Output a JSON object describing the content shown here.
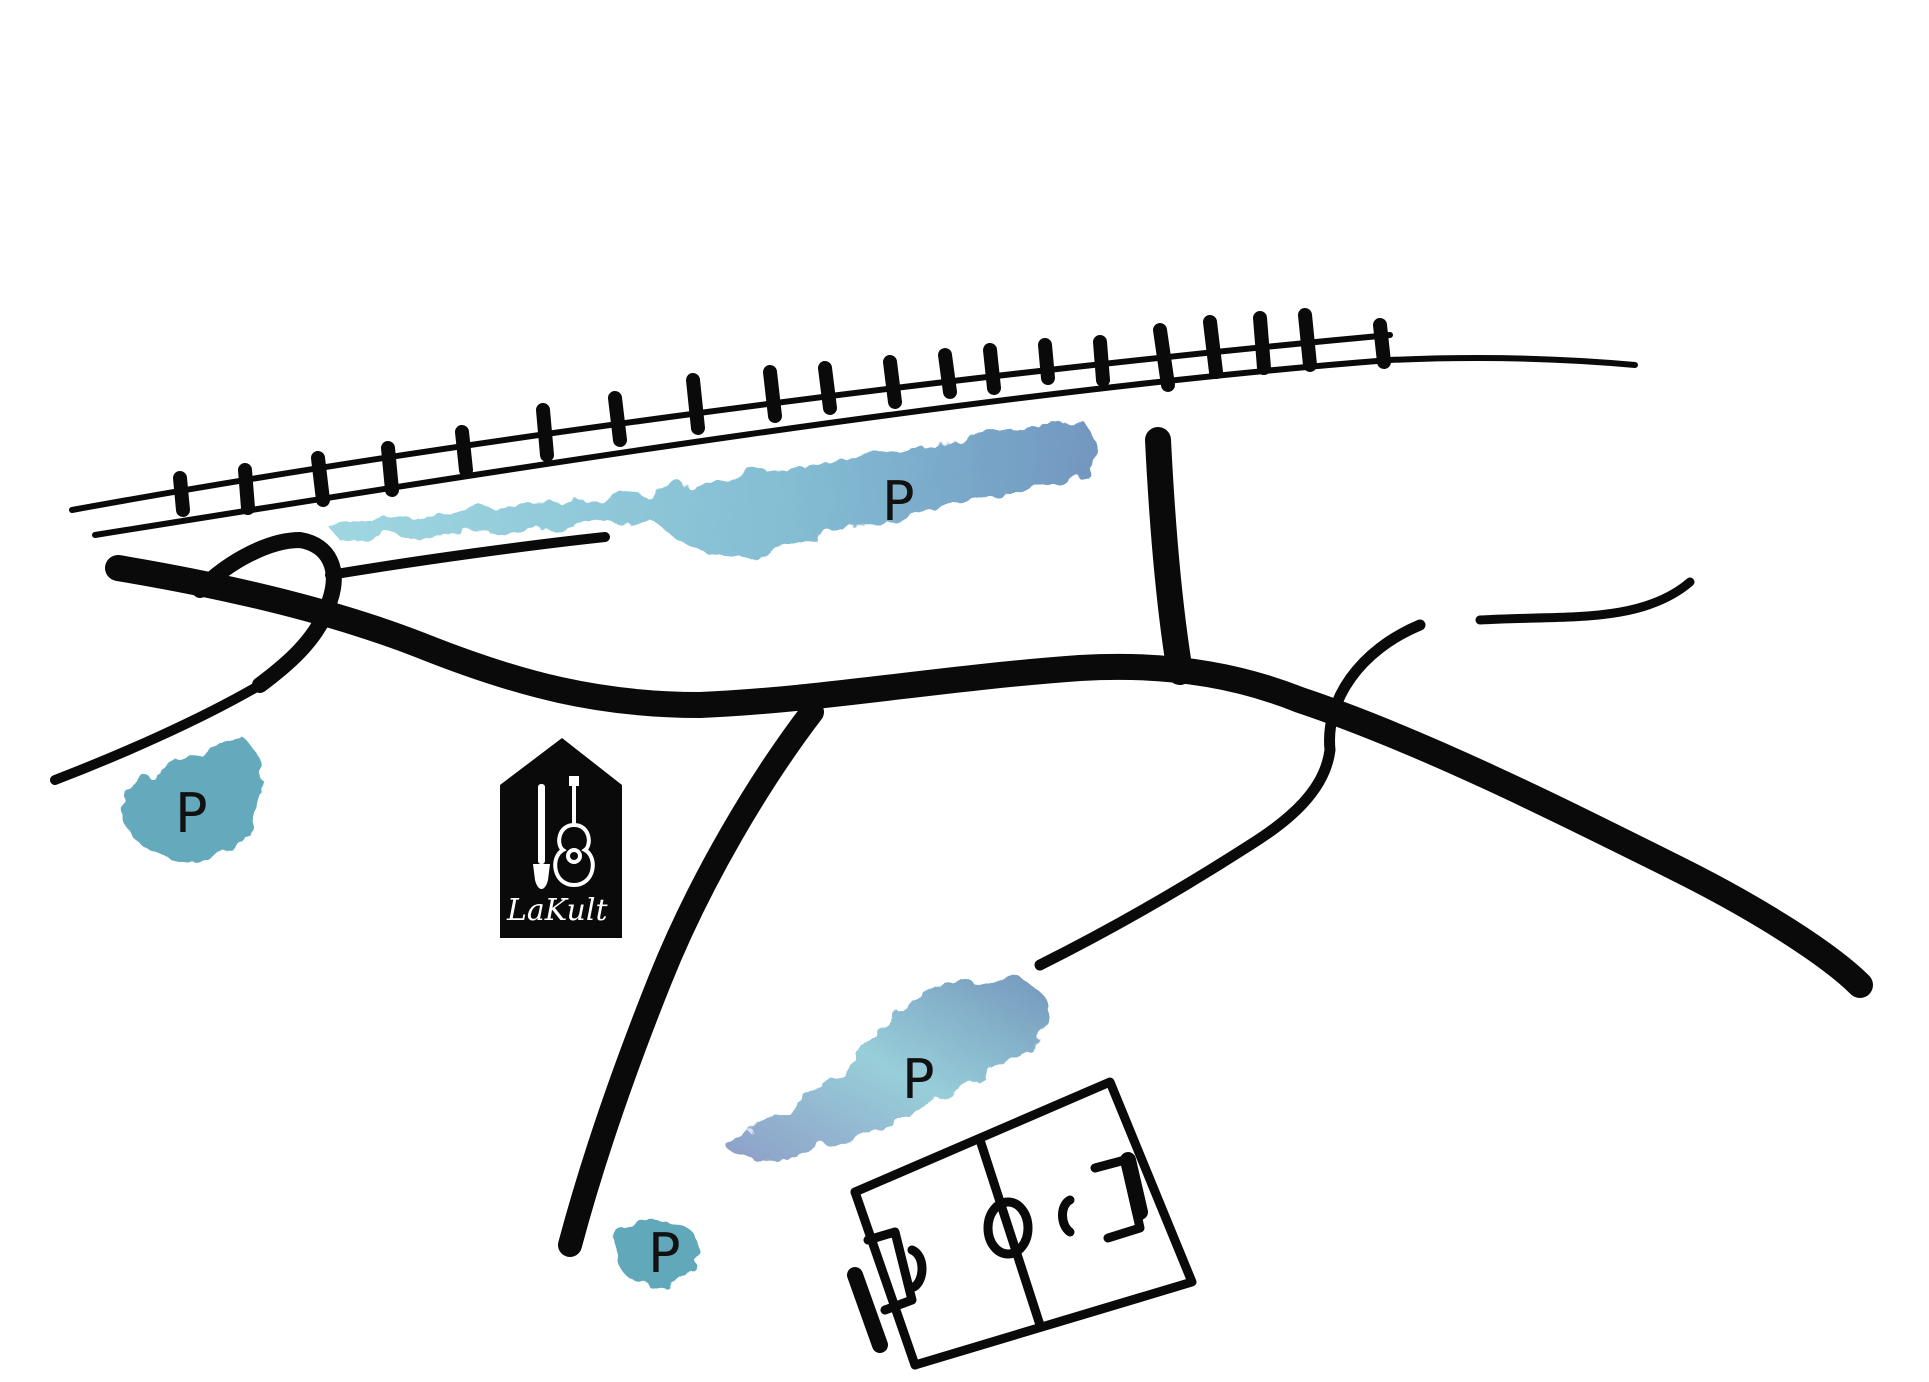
{
  "map": {
    "parking_label": "P",
    "parking_color": "#5aa9b8",
    "parking_color_dark": "#4a7fa8",
    "ink_color": "#0a0a0a",
    "parking_areas": [
      {
        "id": "north"
      },
      {
        "id": "west"
      },
      {
        "id": "south-east"
      },
      {
        "id": "south"
      }
    ],
    "landmark": {
      "name": "LaKult",
      "icons": [
        "paintbrush-icon",
        "guitar-icon"
      ]
    },
    "features": [
      "railway-track",
      "main-road",
      "side-roads",
      "football-pitch"
    ]
  }
}
